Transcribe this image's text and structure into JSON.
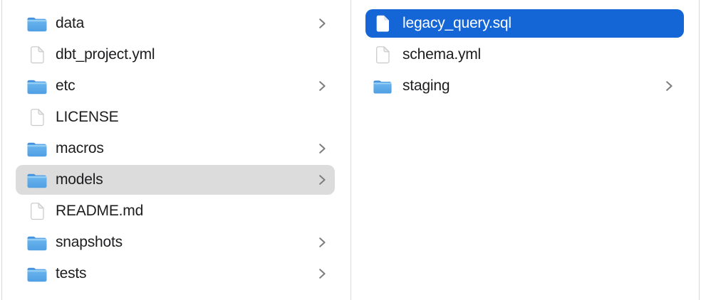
{
  "app": "finder-column-view",
  "colors": {
    "selection_blue": "#1466d6",
    "selection_gray": "#dcdcdc",
    "text": "#1d1d1f",
    "text_selected": "#ffffff",
    "divider": "#d9d9d9",
    "chevron": "#7d7d7d",
    "folder_blue_tab": "#4292dd",
    "folder_blue_body": "#5fa9e8"
  },
  "icons": {
    "folder": "folder-icon",
    "file": "document-icon",
    "chevron": "chevron-right-icon"
  },
  "columns": [
    {
      "name": "parent-column",
      "items": [
        {
          "label": "data",
          "type": "folder",
          "chevron": true,
          "selected": "none"
        },
        {
          "label": "dbt_project.yml",
          "type": "file",
          "chevron": false,
          "selected": "none"
        },
        {
          "label": "etc",
          "type": "folder",
          "chevron": true,
          "selected": "none"
        },
        {
          "label": "LICENSE",
          "type": "file",
          "chevron": false,
          "selected": "none"
        },
        {
          "label": "macros",
          "type": "folder",
          "chevron": true,
          "selected": "none"
        },
        {
          "label": "models",
          "type": "folder",
          "chevron": true,
          "selected": "gray"
        },
        {
          "label": "README.md",
          "type": "file",
          "chevron": false,
          "selected": "none"
        },
        {
          "label": "snapshots",
          "type": "folder",
          "chevron": true,
          "selected": "none"
        },
        {
          "label": "tests",
          "type": "folder",
          "chevron": true,
          "selected": "none"
        }
      ]
    },
    {
      "name": "child-column",
      "items": [
        {
          "label": "legacy_query.sql",
          "type": "file",
          "chevron": false,
          "selected": "blue"
        },
        {
          "label": "schema.yml",
          "type": "file",
          "chevron": false,
          "selected": "none"
        },
        {
          "label": "staging",
          "type": "folder",
          "chevron": true,
          "selected": "none"
        }
      ]
    }
  ]
}
